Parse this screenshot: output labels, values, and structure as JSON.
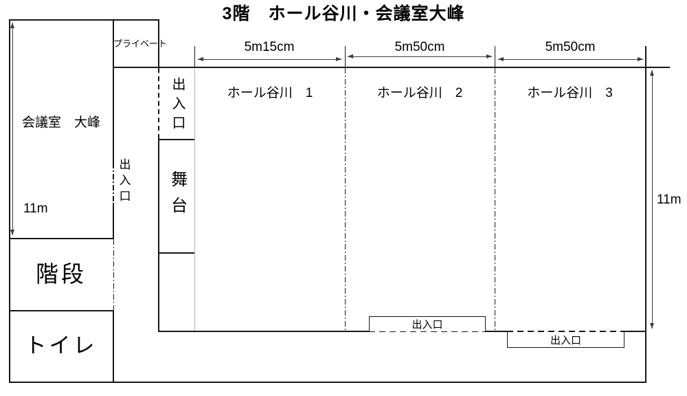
{
  "title": "3階　ホール谷川・会議室大峰",
  "rooms": {
    "meeting_room": "会議室　大峰",
    "private": "プライベート",
    "stairs": "階段",
    "toilet": "トイレ",
    "stage": "舞台",
    "hall1": "ホール谷川　1",
    "hall2": "ホール谷川　2",
    "hall3": "ホール谷川　3"
  },
  "dimensions": {
    "hall1_width": "5m15cm",
    "hall2_width": "5m50cm",
    "hall3_width": "5m50cm",
    "meeting_room_height": "11m",
    "hall_height": "11m"
  },
  "entrances": {
    "meeting_room_door": "出入口",
    "hall_side_door": "出入口",
    "hall2_bottom_door": "出入口",
    "hall3_bottom_door": "出入口"
  },
  "colors": {
    "line": "#161616",
    "light_line": "#b8b8b8",
    "background": "#ffffff"
  }
}
